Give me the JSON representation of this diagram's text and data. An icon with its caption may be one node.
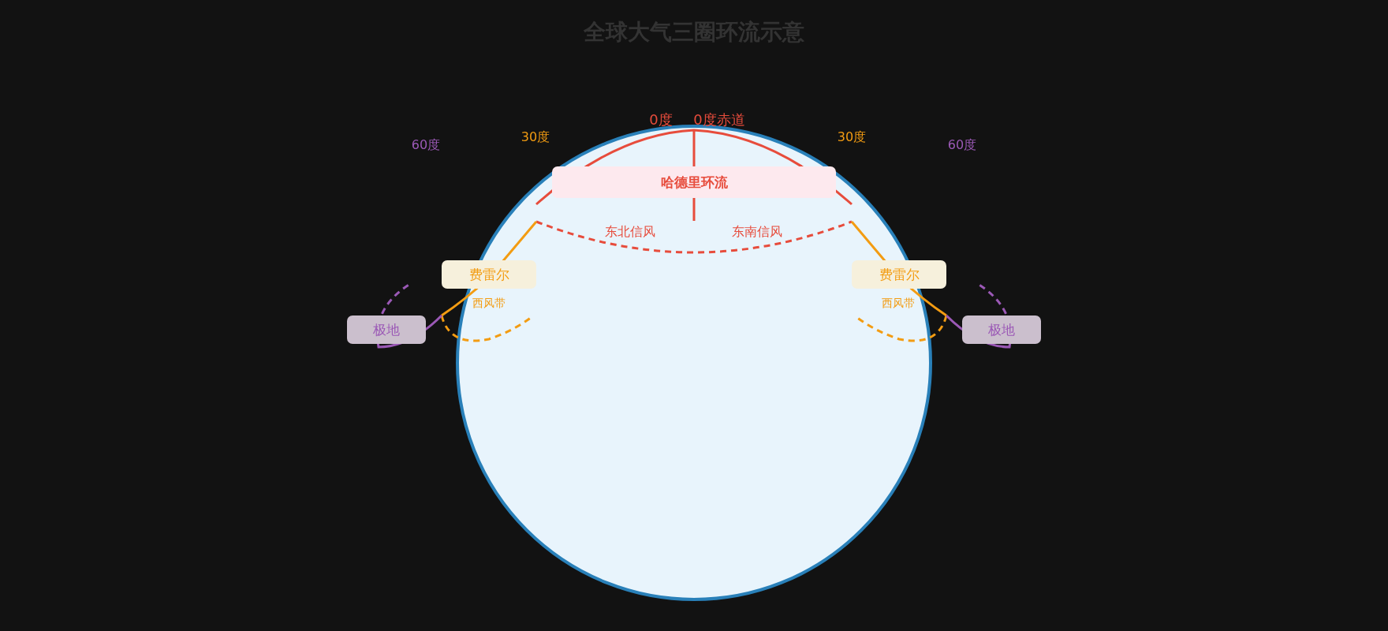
{
  "diagram": {
    "title": "全球大气三圈环流示意",
    "nodes": [
      {
        "text": [
          "哈德里环流"
        ]
      },
      {
        "text": [
          "费雷尔"
        ]
      },
      {
        "text": [
          "费雷尔"
        ]
      },
      {
        "text": [
          "极地"
        ]
      },
      {
        "text": [
          "极地"
        ]
      }
    ],
    "labels": [
      "0度",
      "0度赤道",
      "30度",
      "30度",
      "60度",
      "60度",
      "东北信风",
      "东南信风",
      "西风带",
      "西风带"
    ]
  }
}
